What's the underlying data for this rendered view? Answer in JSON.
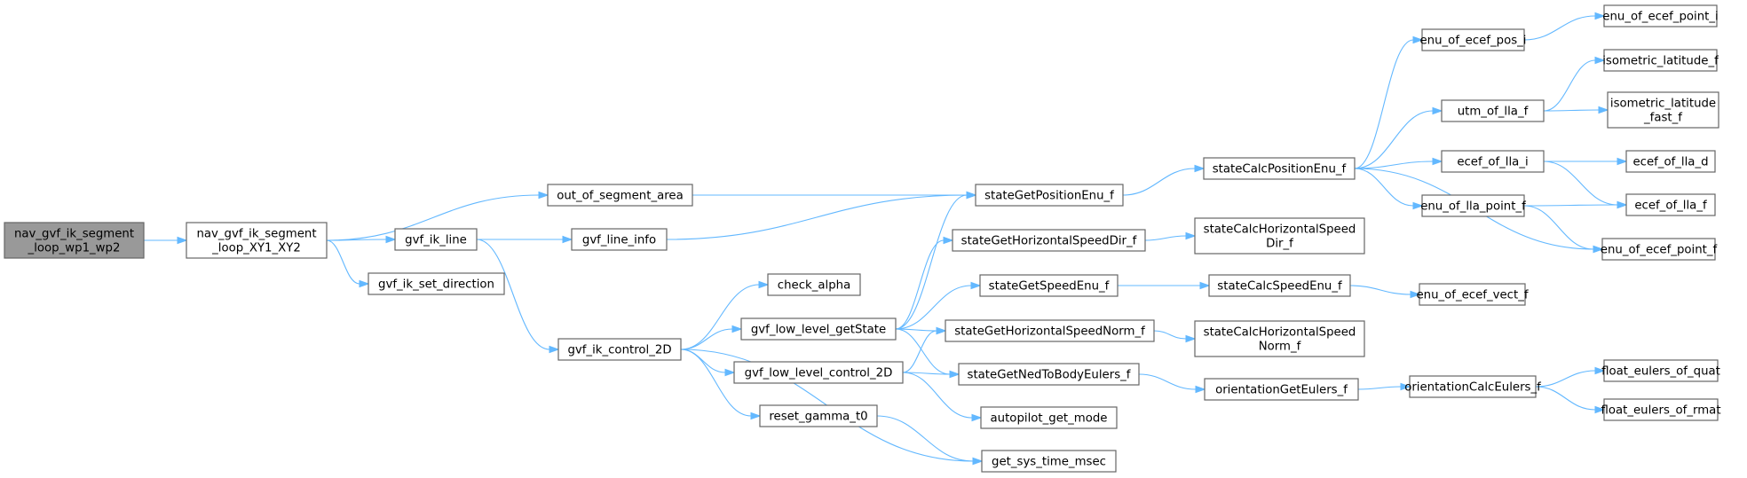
{
  "title": "nav_gvf_ik_segment_loop_wp1_wp2 call graph",
  "colors": {
    "edge": "#63b8ff",
    "root_fill": "#999999",
    "node_fill": "#ffffff",
    "node_border": "#666666"
  },
  "nodes": [
    {
      "id": "n0",
      "lines": [
        "nav_gvf_ik_segment",
        "_loop_wp1_wp2"
      ],
      "root": true
    },
    {
      "id": "n1",
      "lines": [
        "nav_gvf_ik_segment",
        "_loop_XY1_XY2"
      ]
    },
    {
      "id": "n2",
      "lines": [
        "out_of_segment_area"
      ]
    },
    {
      "id": "n3",
      "lines": [
        "gvf_ik_line"
      ]
    },
    {
      "id": "n4",
      "lines": [
        "gvf_ik_set_direction"
      ]
    },
    {
      "id": "n5",
      "lines": [
        "gvf_line_info"
      ]
    },
    {
      "id": "n6",
      "lines": [
        "gvf_ik_control_2D"
      ]
    },
    {
      "id": "n7",
      "lines": [
        "check_alpha"
      ]
    },
    {
      "id": "n8",
      "lines": [
        "gvf_low_level_getState"
      ]
    },
    {
      "id": "n9",
      "lines": [
        "gvf_low_level_control_2D"
      ]
    },
    {
      "id": "n10",
      "lines": [
        "reset_gamma_t0"
      ]
    },
    {
      "id": "n11",
      "lines": [
        "stateGetPositionEnu_f"
      ]
    },
    {
      "id": "n12",
      "lines": [
        "stateGetHorizontalSpeedDir_f"
      ]
    },
    {
      "id": "n13",
      "lines": [
        "stateGetSpeedEnu_f"
      ]
    },
    {
      "id": "n14",
      "lines": [
        "stateGetHorizontalSpeedNorm_f"
      ]
    },
    {
      "id": "n15",
      "lines": [
        "stateGetNedToBodyEulers_f"
      ]
    },
    {
      "id": "n16",
      "lines": [
        "autopilot_get_mode"
      ]
    },
    {
      "id": "n17",
      "lines": [
        "get_sys_time_msec"
      ]
    },
    {
      "id": "n18",
      "lines": [
        "stateCalcPositionEnu_f"
      ]
    },
    {
      "id": "n19",
      "lines": [
        "stateCalcHorizontalSpeed",
        "Dir_f"
      ]
    },
    {
      "id": "n20",
      "lines": [
        "stateCalcSpeedEnu_f"
      ]
    },
    {
      "id": "n21",
      "lines": [
        "stateCalcHorizontalSpeed",
        "Norm_f"
      ]
    },
    {
      "id": "n22",
      "lines": [
        "orientationGetEulers_f"
      ]
    },
    {
      "id": "n23",
      "lines": [
        "enu_of_ecef_pos_i"
      ]
    },
    {
      "id": "n24",
      "lines": [
        "utm_of_lla_f"
      ]
    },
    {
      "id": "n25",
      "lines": [
        "ecef_of_lla_i"
      ]
    },
    {
      "id": "n26",
      "lines": [
        "enu_of_lla_point_f"
      ]
    },
    {
      "id": "n27",
      "lines": [
        "enu_of_ecef_vect_f"
      ]
    },
    {
      "id": "n28",
      "lines": [
        "orientationCalcEulers_f"
      ]
    },
    {
      "id": "n29",
      "lines": [
        "enu_of_ecef_point_i"
      ]
    },
    {
      "id": "n30",
      "lines": [
        "isometric_latitude_f"
      ]
    },
    {
      "id": "n31",
      "lines": [
        "isometric_latitude",
        "_fast_f"
      ]
    },
    {
      "id": "n32",
      "lines": [
        "ecef_of_lla_d"
      ]
    },
    {
      "id": "n33",
      "lines": [
        "ecef_of_lla_f"
      ]
    },
    {
      "id": "n34",
      "lines": [
        "enu_of_ecef_point_f"
      ]
    },
    {
      "id": "n35",
      "lines": [
        "float_eulers_of_quat"
      ]
    },
    {
      "id": "n36",
      "lines": [
        "float_eulers_of_rmat"
      ]
    }
  ],
  "edges": [
    [
      "n0",
      "n1"
    ],
    [
      "n1",
      "n2"
    ],
    [
      "n1",
      "n3"
    ],
    [
      "n1",
      "n4"
    ],
    [
      "n2",
      "n11"
    ],
    [
      "n3",
      "n5"
    ],
    [
      "n3",
      "n6"
    ],
    [
      "n5",
      "n11"
    ],
    [
      "n6",
      "n7"
    ],
    [
      "n6",
      "n8"
    ],
    [
      "n6",
      "n9"
    ],
    [
      "n6",
      "n10"
    ],
    [
      "n6",
      "n17"
    ],
    [
      "n8",
      "n11"
    ],
    [
      "n8",
      "n12"
    ],
    [
      "n8",
      "n13"
    ],
    [
      "n8",
      "n14"
    ],
    [
      "n8",
      "n15"
    ],
    [
      "n9",
      "n14"
    ],
    [
      "n9",
      "n15"
    ],
    [
      "n9",
      "n16"
    ],
    [
      "n10",
      "n17"
    ],
    [
      "n11",
      "n18"
    ],
    [
      "n12",
      "n19"
    ],
    [
      "n13",
      "n20"
    ],
    [
      "n14",
      "n21"
    ],
    [
      "n15",
      "n22"
    ],
    [
      "n18",
      "n23"
    ],
    [
      "n18",
      "n24"
    ],
    [
      "n18",
      "n25"
    ],
    [
      "n18",
      "n26"
    ],
    [
      "n18",
      "n34"
    ],
    [
      "n20",
      "n27"
    ],
    [
      "n22",
      "n28"
    ],
    [
      "n23",
      "n29"
    ],
    [
      "n24",
      "n30"
    ],
    [
      "n24",
      "n31"
    ],
    [
      "n25",
      "n32"
    ],
    [
      "n25",
      "n33"
    ],
    [
      "n26",
      "n33"
    ],
    [
      "n26",
      "n34"
    ],
    [
      "n28",
      "n35"
    ],
    [
      "n28",
      "n36"
    ]
  ]
}
